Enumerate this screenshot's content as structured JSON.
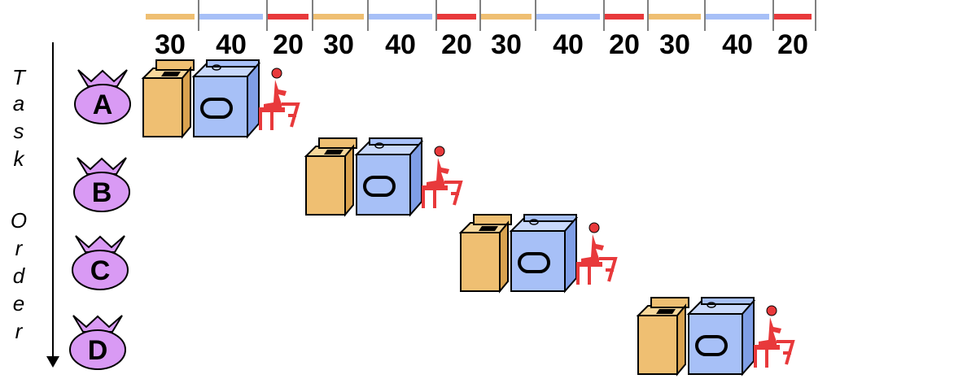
{
  "timeline": {
    "segments": [
      {
        "label": "30",
        "phase": "wash"
      },
      {
        "label": "40",
        "phase": "dry"
      },
      {
        "label": "20",
        "phase": "fold"
      },
      {
        "label": "30",
        "phase": "wash"
      },
      {
        "label": "40",
        "phase": "dry"
      },
      {
        "label": "20",
        "phase": "fold"
      },
      {
        "label": "30",
        "phase": "wash"
      },
      {
        "label": "40",
        "phase": "dry"
      },
      {
        "label": "20",
        "phase": "fold"
      },
      {
        "label": "30",
        "phase": "wash"
      },
      {
        "label": "40",
        "phase": "dry"
      },
      {
        "label": "20",
        "phase": "fold"
      }
    ]
  },
  "axis": {
    "label_letters": [
      "T",
      "a",
      "s",
      "k",
      "",
      "O",
      "r",
      "d",
      "e",
      "r"
    ]
  },
  "tasks": [
    {
      "label": "A"
    },
    {
      "label": "B"
    },
    {
      "label": "C"
    },
    {
      "label": "D"
    }
  ],
  "colors": {
    "wash": "#efbf72",
    "dry": "#a7c0f7",
    "fold": "#e8393b",
    "bag": "#d99af4",
    "text": "#000000"
  },
  "icons": {
    "bag": "laundry-bag-icon",
    "washer": "washer-icon",
    "dryer": "dryer-icon",
    "folder": "folder-person-icon"
  }
}
